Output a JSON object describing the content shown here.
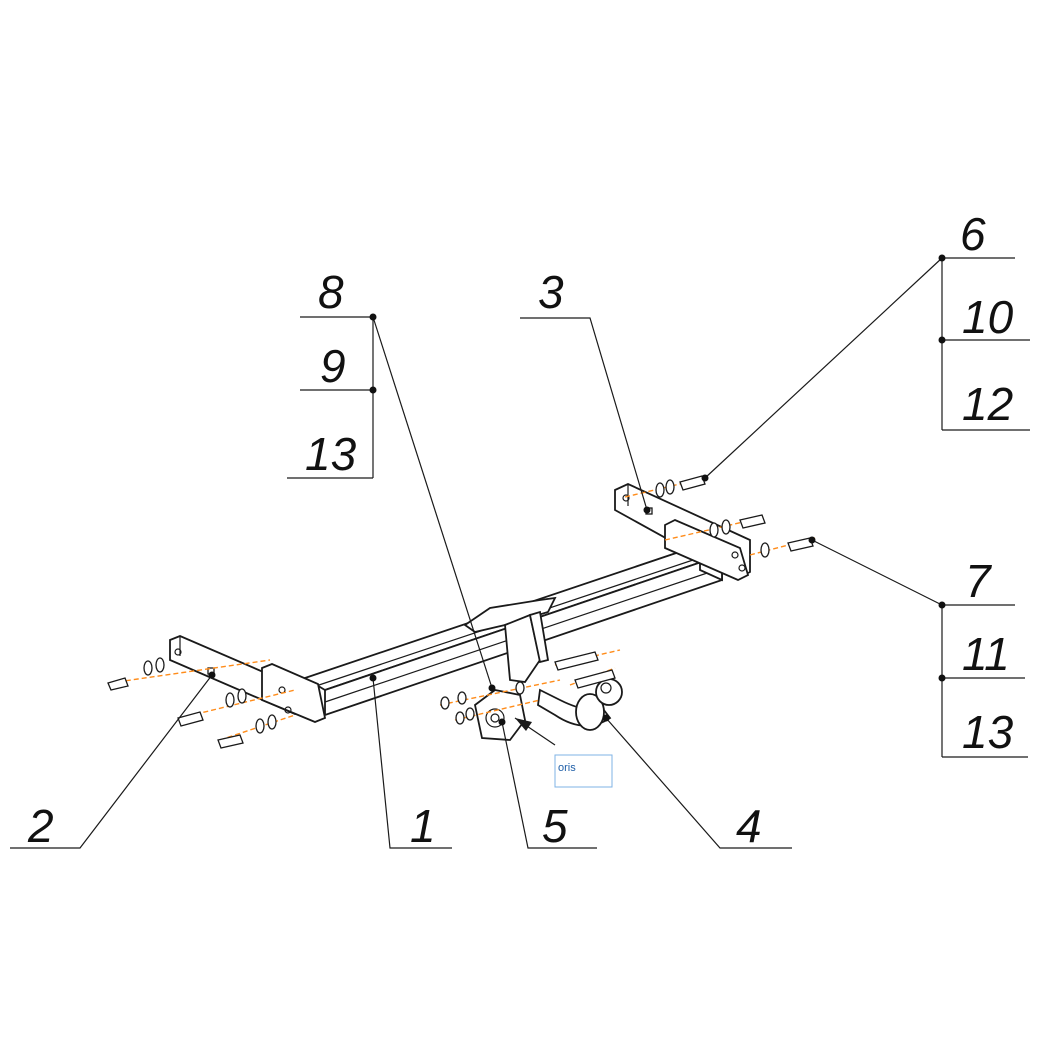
{
  "labels": {
    "l1": "1",
    "l2": "2",
    "l3": "3",
    "l4": "4",
    "l5": "5",
    "l6": "6",
    "l7": "7",
    "l8": "8",
    "l9": "9",
    "l10": "10",
    "l11": "11",
    "l12": "12",
    "l13a": "13",
    "l13b": "13"
  },
  "stamp": {
    "text": "oris"
  },
  "colors": {
    "line": "#1a1a1a",
    "axis": "#ff8c1a",
    "stamp_border": "#7fb3e6"
  }
}
